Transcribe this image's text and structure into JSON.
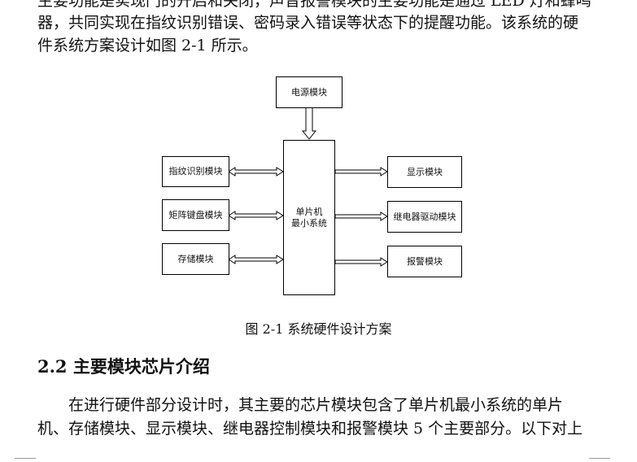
{
  "top_paragraph": {
    "lines": [
      "主要功能是实现门的开启和关闭，声音报警模块的主要功能是通过 LED 灯和蜂鸣",
      "器，共同实现在指纹识别错误、密码录入错误等状态下的提醒功能。该系统的硬",
      "件系统方案设计如图 2-1 所示。"
    ]
  },
  "diagram": {
    "power": "电源模块",
    "mcu_line1": "单片机",
    "mcu_line2": "最小系统",
    "fingerprint": "指纹识别模块",
    "keypad": "矩阵键盘模块",
    "storage": "存储模块",
    "display": "显示模块",
    "relay": "继电器驱动模块",
    "alarm": "报警模块"
  },
  "caption": "图 2-1 系统硬件设计方案",
  "section": {
    "heading": "2.2 主要模块芯片介绍",
    "lines": [
      "在进行硬件部分设计时，其主要的芯片模块包含了单片机最小系统的单片",
      "机、存储模块、显示模块、继电器控制模块和报警模块 5 个主要部分。以下对上"
    ]
  }
}
